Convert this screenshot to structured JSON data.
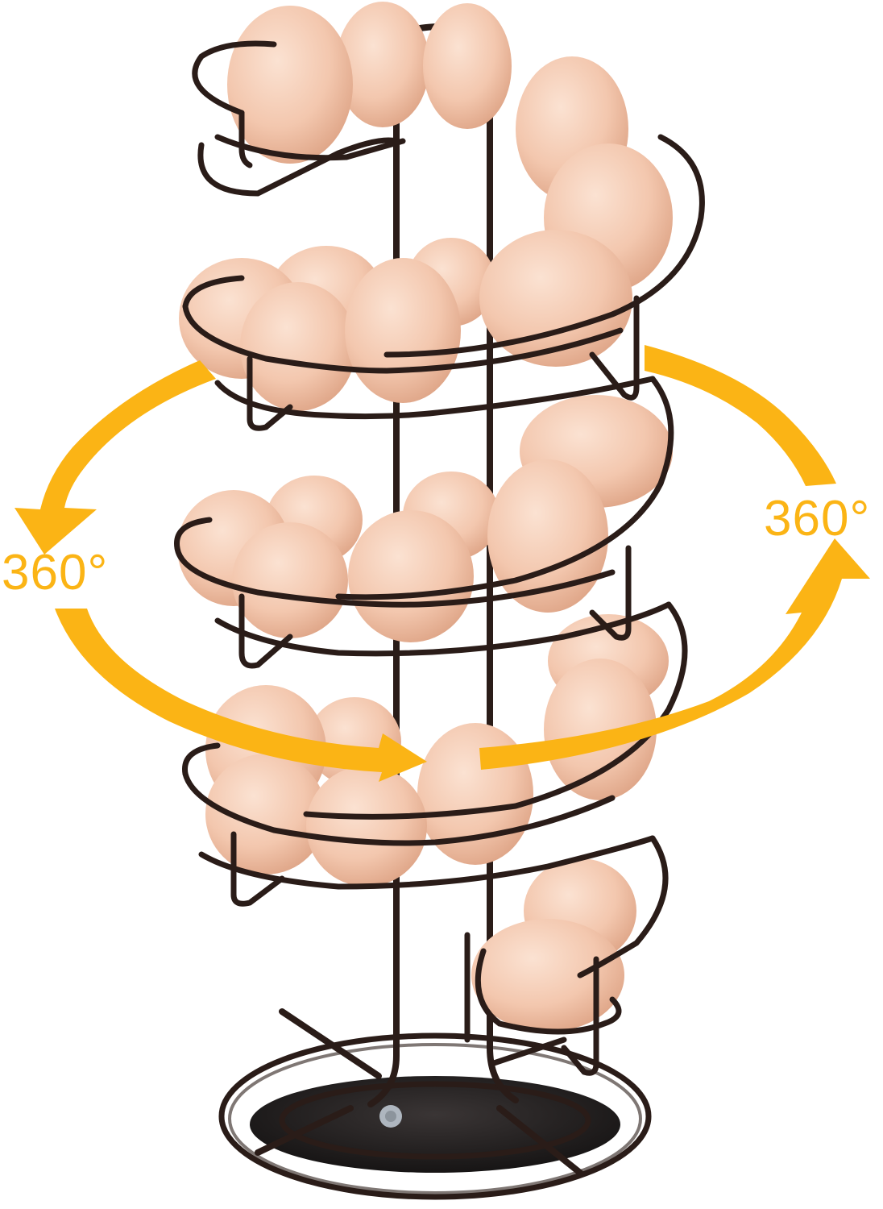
{
  "image": {
    "subject": "Spiral egg skelter rack with eggs",
    "background_color": "#ffffff"
  },
  "annotations": {
    "rotation_label_left": "360°",
    "rotation_label_right": "360°",
    "arrow_color": "#fbb415"
  },
  "colors": {
    "wire": "#2a1c18",
    "egg": "#f3c7ae",
    "egg_shadow": "#e2ab8f",
    "base_plate": "#1f1b1b",
    "base_bolt": "#aeb6bf"
  }
}
